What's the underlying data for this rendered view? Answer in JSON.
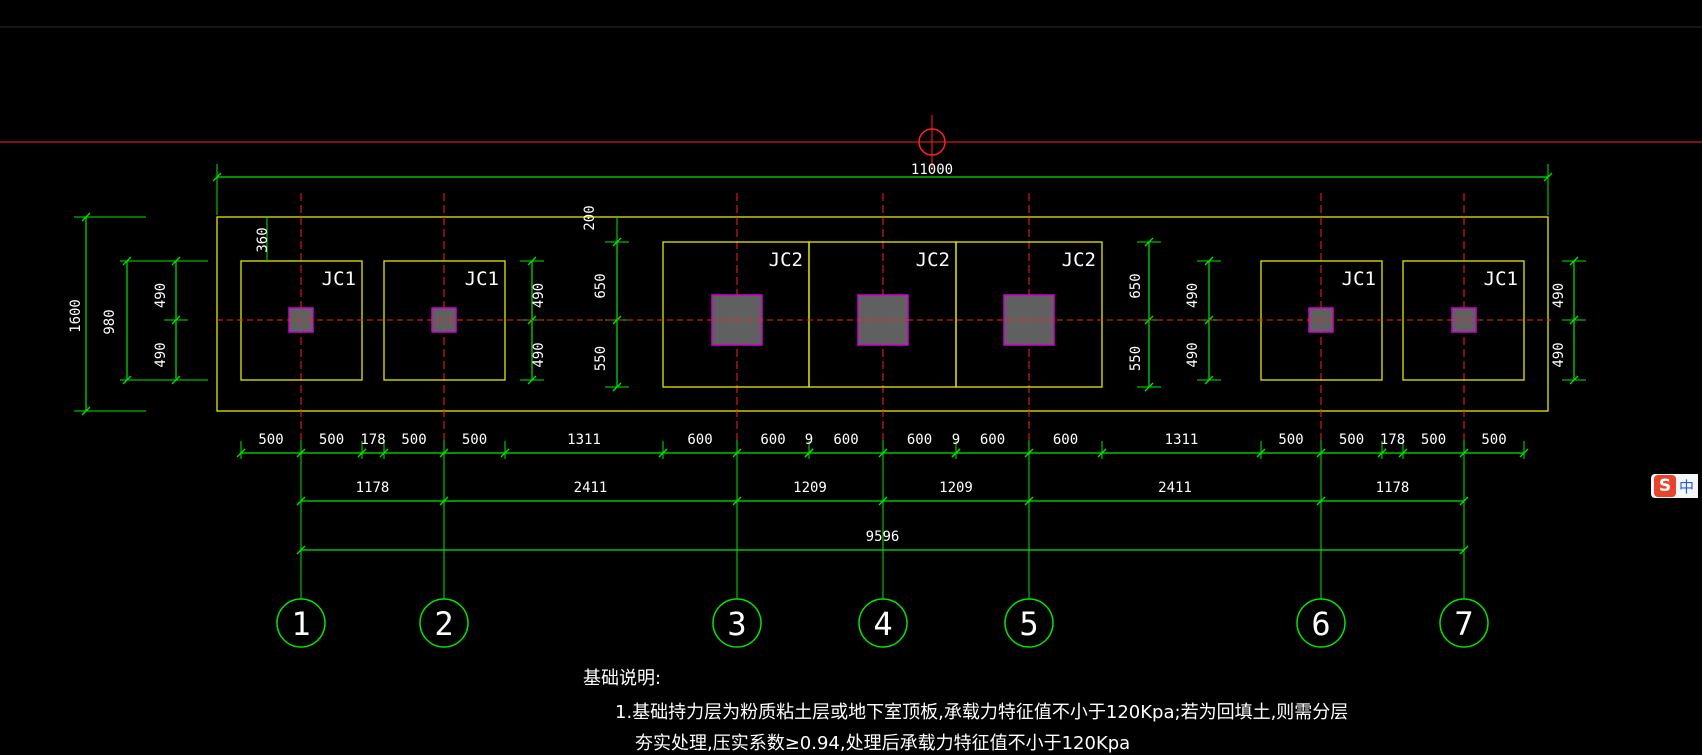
{
  "colors": {
    "background": "#000000",
    "dimension": "#00e600",
    "outline": "#e6e600",
    "axis": "#ff2020",
    "column_fill": "#606060",
    "column_edge": "#d000d0",
    "text": "#ffffff",
    "ime_brand": "#e8442c"
  },
  "dimensions": {
    "total_width": "11000",
    "total_height": "1600",
    "pad_height": "980",
    "top_offset": "360",
    "jc2_top_gap": "200",
    "jc1_half": "490",
    "jc2_upper": "650",
    "jc2_lower": "550",
    "row1": [
      "500",
      "500",
      "178",
      "500",
      "500",
      "1311",
      "600",
      "600",
      "9",
      "600",
      "600",
      "9",
      "600",
      "600",
      "1311",
      "500",
      "500",
      "178",
      "500",
      "500"
    ],
    "row2": [
      "1178",
      "2411",
      "1209",
      "1209",
      "2411",
      "1178"
    ],
    "overall": "9596"
  },
  "footings": [
    {
      "label": "JC1"
    },
    {
      "label": "JC1"
    },
    {
      "label": "JC2"
    },
    {
      "label": "JC2"
    },
    {
      "label": "JC2"
    },
    {
      "label": "JC1"
    },
    {
      "label": "JC1"
    }
  ],
  "axes": [
    "1",
    "2",
    "3",
    "4",
    "5",
    "6",
    "7"
  ],
  "notes": {
    "heading": "基础说明:",
    "line1": "1.基础持力层为粉质粘土层或地下室顶板,承载力特征值不小于120Kpa;若为回填土,则需分层",
    "line2": "夯实处理,压实系数≥0.94,处理后承载力特征值不小于120Kpa"
  },
  "ime": {
    "logo": "S",
    "text": "中"
  }
}
